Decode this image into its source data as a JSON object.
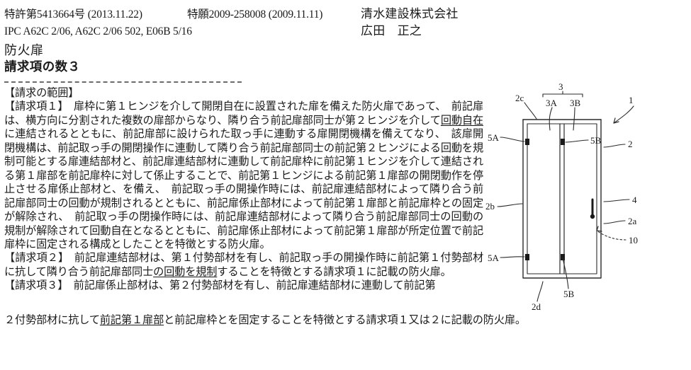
{
  "header": {
    "patent_number": "特許第5413664号 (2013.11.22)",
    "application_number": "特願2009-258008 (2009.11.11)",
    "applicant": "清水建設株式会社",
    "ipc": "IPC A62C 2/06, A62C 2/06 502, E06B 5/16",
    "inventor": "広田　正之",
    "invention_title": "防火扉",
    "claim_count_label": "請求項の数３"
  },
  "claims": {
    "section_heading": "【請求の範囲】",
    "claim1_label": "【請求項１】",
    "claim1_text": "　扉枠に第１ヒンジを介して開閉自在に設置された扉を備えた防火扉であって、　前記扉は、横方向に分割された複数の扉部からなり、隣り合う前記扉部同士が第２ヒンジを介して回動自在に連結されるとともに、前記扉部に設けられた取っ手に連動する扉開閉機構を備えてなり、　該扉開閉機構は、前記取っ手の開閉操作に連動して隣り合う前記扉部同士の前記第２ヒンジによる回動を規制可能とする扉連結部材と、前記扉連結部材に連動して前記扉枠に前記第１ヒンジを介して連結される第１扉部を前記扉枠に対して係止することで、前記第１ヒンジによる前記第１扉部の開閉動作を停止させる扉係止部材と、を備え、　前記取っ手の開操作時には、前記扉連結部材によって隣り合う前記扉部同士の回動が規制されるとともに、前記扉係止部材によって前記第１扉部と前記扉枠との固定が解除され、　前記取っ手の閉操作時には、前記扉連結部材によって隣り合う前記扉部同士の回動の規制が解除されて回動自在となるとともに、前記扉係止部材によって前記第１扉部が所定位置で前記扉枠に固定される構成としたことを特徴とする防火扉。",
    "claim2_label": "【請求項２】",
    "claim2_text": "　前記扉連結部材は、第１付勢部材を有し、前記取っ手の開操作時に前記第１付勢部材に抗して隣り合う前記扉部同士の回動を規制することを特徴とする請求項１に記載の防火扉。",
    "claim3_label": "【請求項３】",
    "claim3_text": "　前記扉係止部材は、第２付勢部材を有し、前記扉連結部材に連動して前記第",
    "claim3_tail": "２付勢部材に抗して前記第１扉部と前記扉枠とを固定することを特徴とする請求項１又は２に記載の防火扉。"
  },
  "figure": {
    "labels": {
      "ref_1": "1",
      "ref_2": "2",
      "ref_2a": "2a",
      "ref_2b": "2b",
      "ref_2c": "2c",
      "ref_2d": "2d",
      "ref_3": "3",
      "ref_3A": "3A",
      "ref_3B": "3B",
      "ref_4": "4",
      "ref_5A_top": "5A",
      "ref_5A_bottom": "5A",
      "ref_5B_top": "5B",
      "ref_5B_bottom": "5B",
      "ref_10": "10"
    }
  },
  "colors": {
    "ink": "#1a1a1a",
    "line": "#333333",
    "rule": "#6b6b6b",
    "page": "#ffffff"
  }
}
